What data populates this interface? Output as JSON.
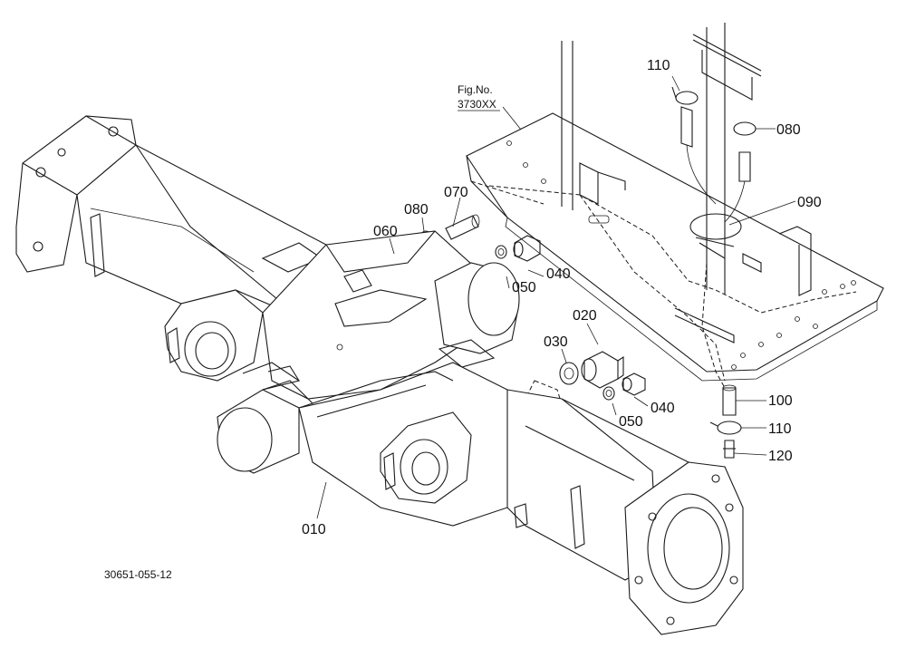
{
  "figure": {
    "fig_no_label": "Fig.No.",
    "fig_no_value": "3730XX",
    "drawing_code": "30651-055-12"
  },
  "parts": [
    {
      "id": "p110a",
      "label": "110"
    },
    {
      "id": "p080a",
      "label": "080"
    },
    {
      "id": "p090",
      "label": "090"
    },
    {
      "id": "p070",
      "label": "070"
    },
    {
      "id": "p080b",
      "label": "080"
    },
    {
      "id": "p060",
      "label": "060"
    },
    {
      "id": "p040a",
      "label": "040"
    },
    {
      "id": "p050a",
      "label": "050"
    },
    {
      "id": "p020",
      "label": "020"
    },
    {
      "id": "p030",
      "label": "030"
    },
    {
      "id": "p040b",
      "label": "040"
    },
    {
      "id": "p050b",
      "label": "050"
    },
    {
      "id": "p100",
      "label": "100"
    },
    {
      "id": "p110b",
      "label": "110"
    },
    {
      "id": "p120",
      "label": "120"
    },
    {
      "id": "p010",
      "label": "010"
    }
  ]
}
